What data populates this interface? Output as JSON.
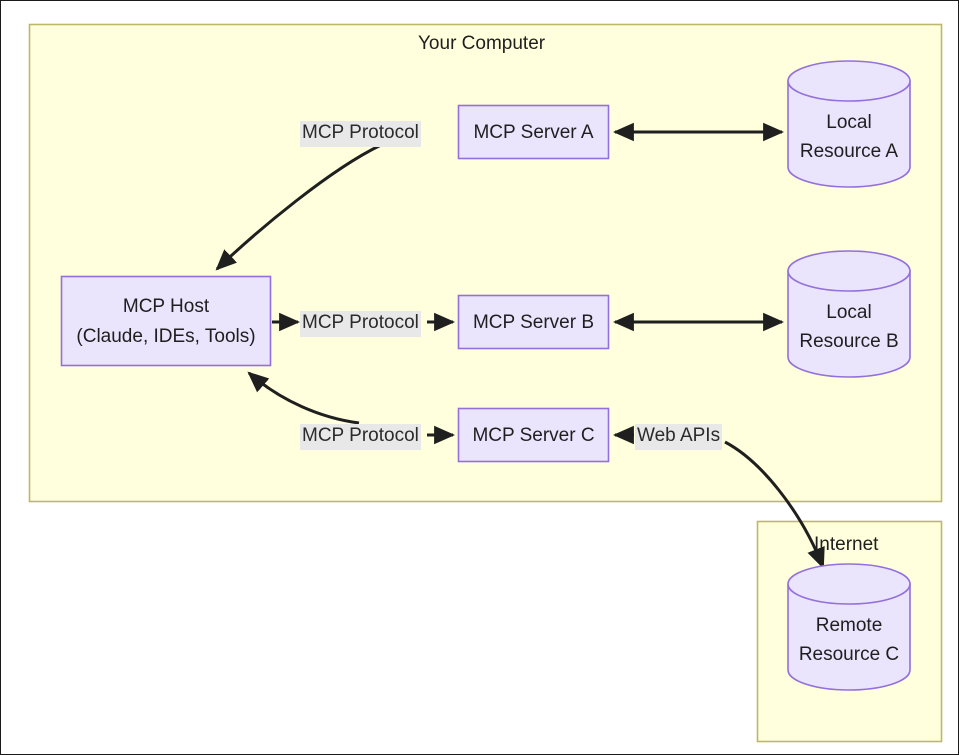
{
  "diagram": {
    "type": "architecture-flow",
    "title": "MCP Architecture",
    "colors": {
      "cluster_fill": "#ffffdd",
      "cluster_stroke": "#bdb76b",
      "node_fill": "#eae4fc",
      "node_stroke": "#9370db",
      "edge_stroke": "#1f1f1f",
      "label_bg": "#e8e8e8",
      "text": "#1f1f1f",
      "page_border": "#1a1a1a"
    },
    "clusters": [
      {
        "id": "your-computer",
        "label": "Your Computer"
      },
      {
        "id": "internet",
        "label": "Internet"
      }
    ],
    "nodes": [
      {
        "id": "mcp-host",
        "shape": "rect",
        "lines": [
          "MCP Host",
          "(Claude, IDEs, Tools)"
        ]
      },
      {
        "id": "mcp-server-a",
        "shape": "rect",
        "lines": [
          "MCP Server A"
        ]
      },
      {
        "id": "mcp-server-b",
        "shape": "rect",
        "lines": [
          "MCP Server B"
        ]
      },
      {
        "id": "mcp-server-c",
        "shape": "rect",
        "lines": [
          "MCP Server C"
        ]
      },
      {
        "id": "local-resource-a",
        "shape": "cylinder",
        "lines": [
          "Local",
          "Resource A"
        ]
      },
      {
        "id": "local-resource-b",
        "shape": "cylinder",
        "lines": [
          "Local",
          "Resource B"
        ]
      },
      {
        "id": "remote-resource-c",
        "shape": "cylinder",
        "lines": [
          "Remote",
          "Resource C"
        ]
      }
    ],
    "edges": [
      {
        "id": "host-to-server-a",
        "from": "mcp-host",
        "to": "mcp-server-a",
        "label": "MCP Protocol",
        "arrow": "single"
      },
      {
        "id": "host-to-server-b",
        "from": "mcp-host",
        "to": "mcp-server-b",
        "label": "MCP Protocol",
        "arrow": "double"
      },
      {
        "id": "host-to-server-c",
        "from": "mcp-host",
        "to": "mcp-server-c",
        "label": "MCP Protocol",
        "arrow": "double"
      },
      {
        "id": "server-a-to-resource-a",
        "from": "mcp-server-a",
        "to": "local-resource-a",
        "label": "",
        "arrow": "double"
      },
      {
        "id": "server-b-to-resource-b",
        "from": "mcp-server-b",
        "to": "local-resource-b",
        "label": "",
        "arrow": "double"
      },
      {
        "id": "server-c-to-remote-c",
        "from": "mcp-server-c",
        "to": "remote-resource-c",
        "label": "Web APIs",
        "arrow": "double"
      }
    ],
    "labels": {
      "cluster_your_computer": "Your Computer",
      "cluster_internet": "Internet",
      "mcp_protocol_a": "MCP Protocol",
      "mcp_protocol_b": "MCP Protocol",
      "mcp_protocol_c": "MCP Protocol",
      "web_apis": "Web APIs",
      "mcp_host_line1": "MCP Host",
      "mcp_host_line2": "(Claude, IDEs, Tools)",
      "mcp_server_a": "MCP Server A",
      "mcp_server_b": "MCP Server B",
      "mcp_server_c": "MCP Server C",
      "local_resource_a_line1": "Local",
      "local_resource_a_line2": "Resource A",
      "local_resource_b_line1": "Local",
      "local_resource_b_line2": "Resource B",
      "remote_resource_c_line1": "Remote",
      "remote_resource_c_line2": "Resource C"
    }
  }
}
